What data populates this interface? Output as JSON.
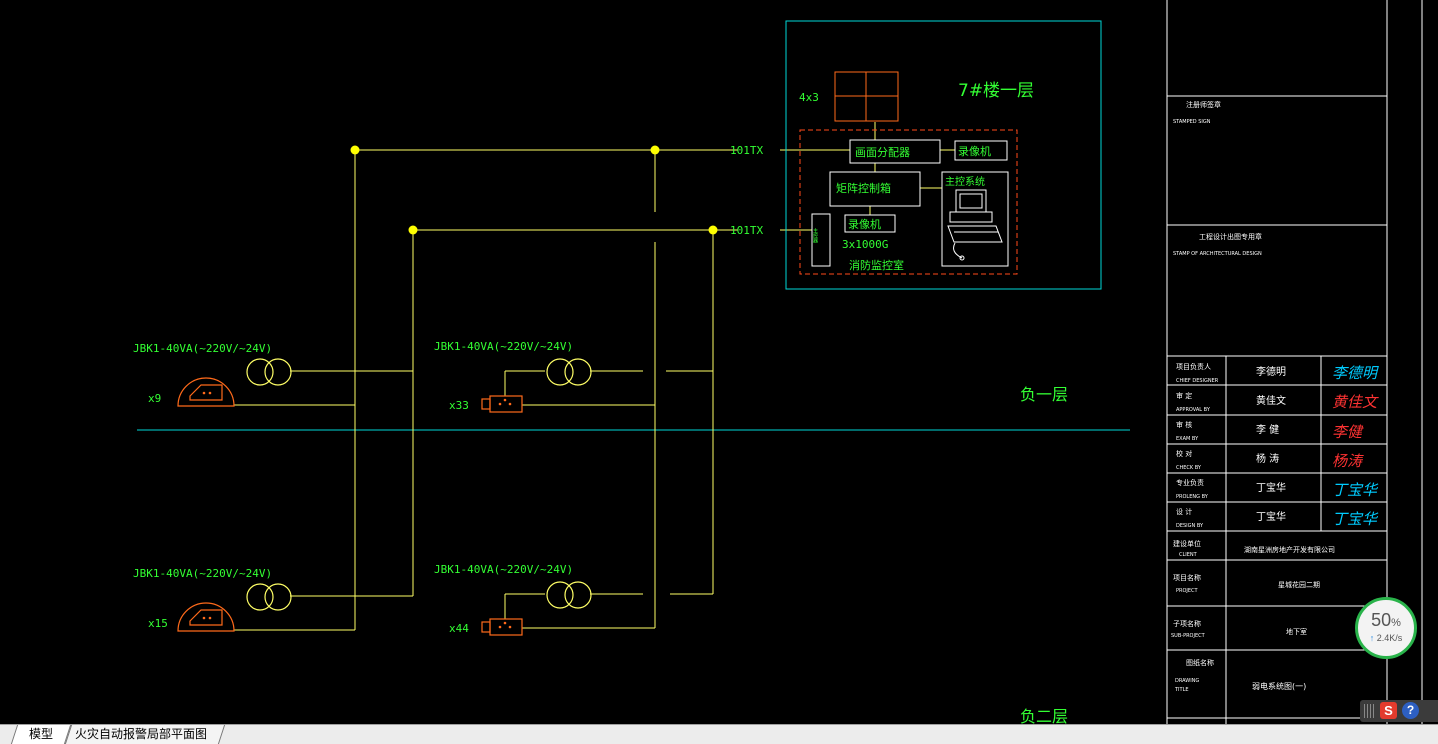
{
  "colors": {
    "background": "#000000",
    "wire": "#ffff66",
    "node": "#ffff00",
    "text_green": "#33ff33",
    "text_orange": "#ff6a1a",
    "border_cyan": "#00d7d7",
    "frame_white": "#ffffff",
    "dash_red": "#ff4a1a"
  },
  "drawing": {
    "floor_labels": {
      "building_7_floor1": "7#楼一层",
      "basement1": "负一层",
      "basement2": "负二层"
    },
    "monitor_grid_label": "4x3",
    "line_labels": [
      "101TX",
      "101TX"
    ],
    "control_room": {
      "screen_splitter": "画面分配器",
      "recorder": "录像机",
      "matrix_controller": "矩阵控制箱",
      "main_system": "主控系统",
      "dvr": "录像机",
      "storage": "3x1000G",
      "room_name": "消防监控室",
      "vertical_box": "主控器"
    },
    "transformer_groups": [
      {
        "label": "JBK1-40VA(~220V/~24V)",
        "count": "x9"
      },
      {
        "label": "JBK1-40VA(~220V/~24V)",
        "count": "x33"
      },
      {
        "label": "JBK1-40VA(~220V/~24V)",
        "count": "x15"
      },
      {
        "label": "JBK1-40VA(~220V/~24V)",
        "count": "x44"
      }
    ]
  },
  "title_block": {
    "stamp_section": {
      "cn": "注册师签章",
      "en": "STAMPED SIGN"
    },
    "arch_stamp": {
      "cn": "工程设计出图专用章",
      "en": "STAMP OF ARCHITECTURAL DESIGN"
    },
    "rows": [
      {
        "cn": "项目负责人",
        "en": "CHIEF DESIGNER",
        "name": "李德明",
        "sig": "李德明"
      },
      {
        "cn": "审  定",
        "en": "APPROVAL BY",
        "name": "黄佳文",
        "sig": "黄佳文"
      },
      {
        "cn": "审  核",
        "en": "EXAM BY",
        "name": "李  健",
        "sig": "李健"
      },
      {
        "cn": "校  对",
        "en": "CHECK BY",
        "name": "杨  涛",
        "sig": "杨涛"
      },
      {
        "cn": "专业负责",
        "en": "PROLENG BY",
        "name": "丁宝华",
        "sig": "丁宝华"
      },
      {
        "cn": "设  计",
        "en": "DESIGN BY",
        "name": "丁宝华",
        "sig": "丁宝华"
      }
    ],
    "client": {
      "cn": "建设单位",
      "en": "CLIENT",
      "value": "湖南星洲房地产开发有限公司"
    },
    "project": {
      "cn": "项目名称",
      "en": "PROJECT",
      "value": "星城花园二期"
    },
    "subproject": {
      "cn": "子项名称",
      "en": "SUB-PROJECT",
      "value": "地下室"
    },
    "drawing_title": {
      "cn": "图纸名称",
      "en1": "DRAWING",
      "en2": "TITLE",
      "value": "弱电系统图(一)"
    }
  },
  "tabs": {
    "model": "模型",
    "layout": "火灾自动报警局部平面图"
  },
  "network_widget": {
    "percent": "50",
    "percent_unit": "%",
    "rate": "2.4K/s",
    "rate_arrow": "↑"
  },
  "ime_toolbar": {
    "logo": "S",
    "help": "?"
  }
}
